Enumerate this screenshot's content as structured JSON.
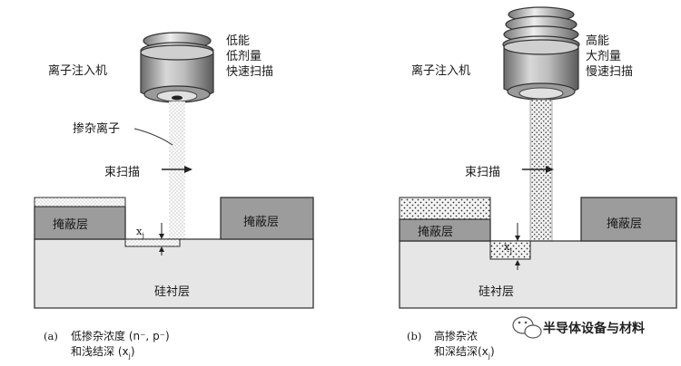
{
  "panel_a": {
    "implanter_label": "离子注入机",
    "energy": "低能",
    "dose": "低剂量",
    "scan": "快速扫描",
    "dopant_ions": "掺杂离子",
    "beam_scan": "束扫描",
    "mask_left": "掩蔽层",
    "mask_right": "掩蔽层",
    "junction_symbol": "x",
    "junction_sub": "j",
    "substrate": "硅衬层",
    "caption_index": "(a)",
    "caption_line1": "低掺杂浓度 (n⁻, p⁻)",
    "caption_line2": "和浅结深 (x",
    "caption_sub": "j",
    "caption_close": ")"
  },
  "panel_b": {
    "implanter_label": "离子注入机",
    "energy": "高能",
    "dose": "大剂量",
    "scan": "慢速扫描",
    "beam_scan": "束扫描",
    "mask_left": "掩蔽层",
    "mask_right": "掩蔽层",
    "junction_symbol": "x",
    "junction_sub": "j",
    "substrate": "硅衬层",
    "caption_index": "(b)",
    "caption_line1": "高掺杂浓",
    "caption_line2": "和深结深(x",
    "caption_sub": "j",
    "caption_close": ")"
  },
  "watermark": {
    "text": "半导体设备与材料"
  }
}
